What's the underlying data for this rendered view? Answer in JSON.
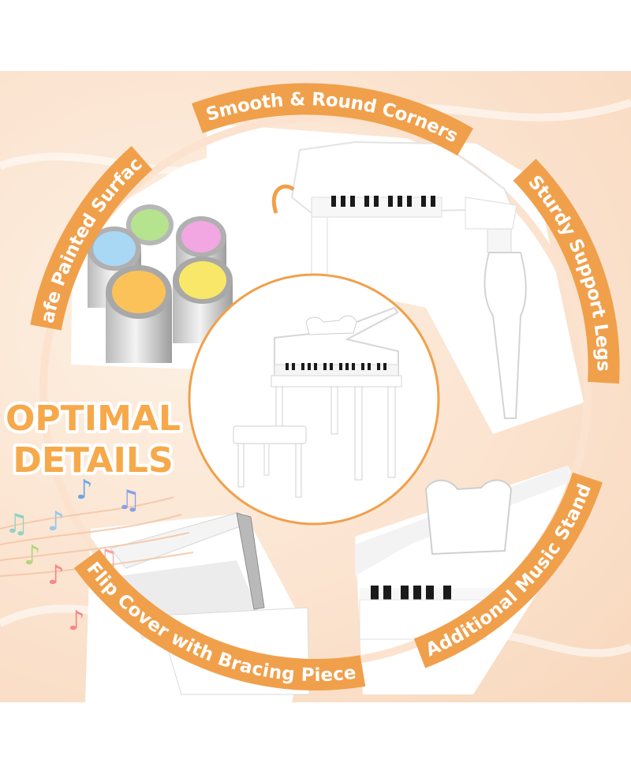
{
  "headline": {
    "line1": "OPTIMAL",
    "line2": "DETAILS"
  },
  "features": {
    "top": "Smooth & Round Corners",
    "left": "Safe Painted Surface",
    "right": "Sturdy Support Legs",
    "bottom_left": "Flip Cover with Bracing Piece",
    "bottom_right": "Additional Music Stand"
  },
  "colors": {
    "accent": "#f0a04b",
    "headline_fill": "#f6a94a",
    "headline_stroke": "#ffffff",
    "background": "#fbe3cf",
    "piano": "#ffffff",
    "keys_black": "#1a1a1a"
  },
  "paint_cans": [
    {
      "color_name": "green",
      "paint": "#b6e38e"
    },
    {
      "color_name": "pink",
      "paint": "#f2a7e3"
    },
    {
      "color_name": "blue",
      "paint": "#a9d8f5"
    },
    {
      "color_name": "orange",
      "paint": "#fbc25a"
    },
    {
      "color_name": "yellow",
      "paint": "#f9e76a"
    }
  ],
  "icons": {
    "music_notes": "music-notes-icon",
    "paint_cans": "paint-cans-icon",
    "piano": "piano-icon"
  }
}
